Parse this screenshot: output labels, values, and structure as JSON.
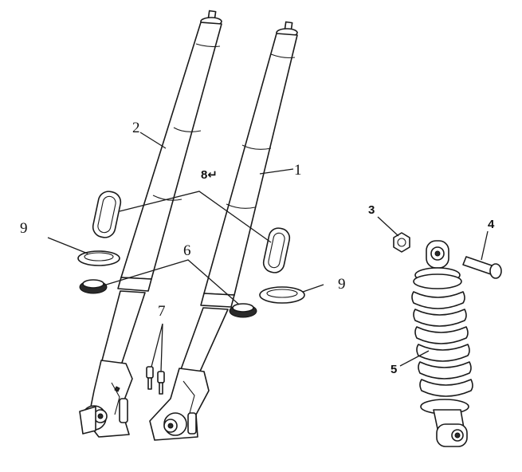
{
  "diagram": {
    "callouts": [
      {
        "id": "1",
        "text": "1"
      },
      {
        "id": "2",
        "text": "2"
      },
      {
        "id": "3",
        "text": "3"
      },
      {
        "id": "4",
        "text": "4"
      },
      {
        "id": "5",
        "text": "5"
      },
      {
        "id": "6",
        "text": "6"
      },
      {
        "id": "7",
        "text": "7"
      },
      {
        "id": "8",
        "text": "8↵"
      },
      {
        "id": "9a",
        "text": "9"
      },
      {
        "id": "9b",
        "text": "9"
      }
    ]
  }
}
